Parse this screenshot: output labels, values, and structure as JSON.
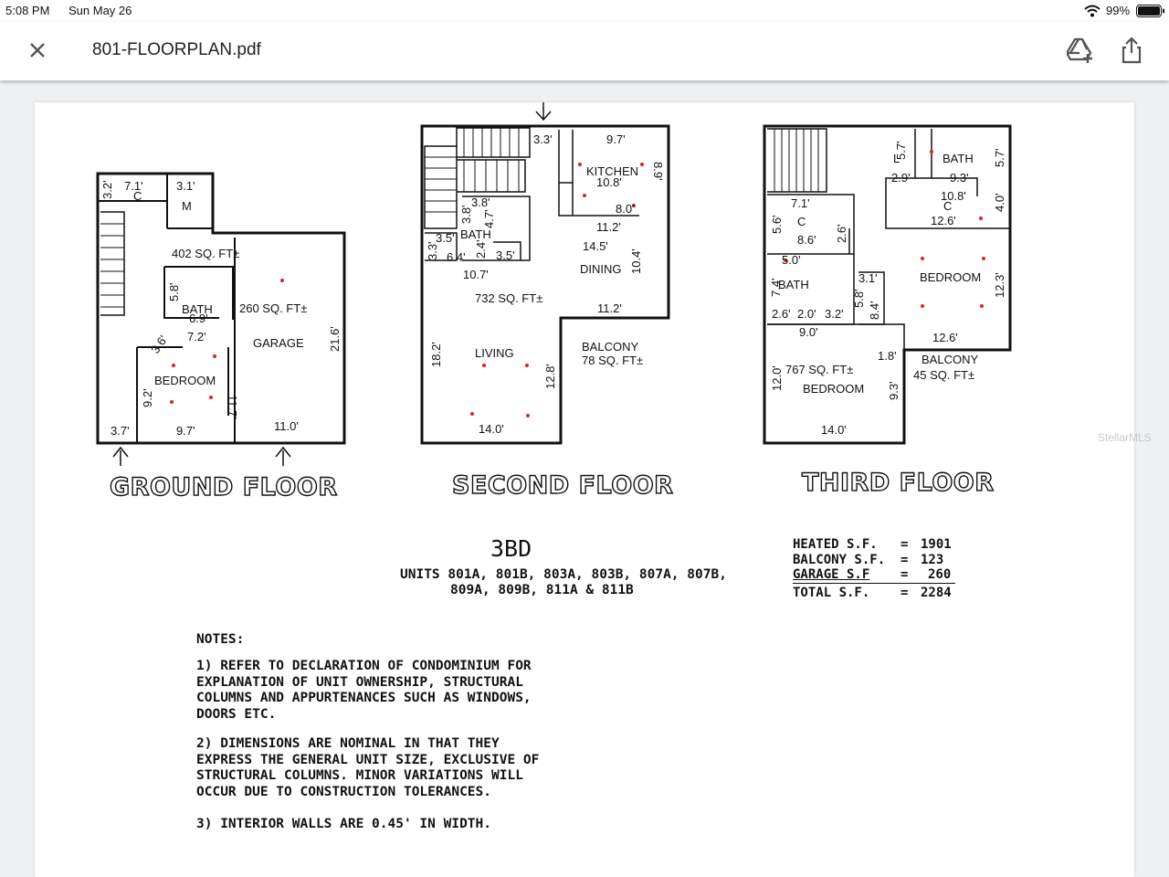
{
  "status_bar": {
    "time": "5:08 PM",
    "date": "Sun May 26",
    "battery": "99%"
  },
  "app_bar": {
    "title": "801-FLOORPLAN.pdf",
    "icons": [
      "close-icon",
      "drive-add-icon",
      "share-icon"
    ]
  },
  "plan": {
    "ground_floor": {
      "title": "GROUND FLOOR",
      "labels": {
        "area": "402 SQ. FT±",
        "garage_area": "260 SQ. FT±",
        "garage": "GARAGE",
        "bath": "BATH",
        "bedroom": "BEDROOM",
        "closet": "C",
        "mech": "M"
      },
      "dims": {
        "d1": "7.1'",
        "d2": "3.2'",
        "d3": "3.1'",
        "d4": "5.8'",
        "d5": "6.9'",
        "d6": "7.2'",
        "d7": "3.6'",
        "d8": "9.2'",
        "d9": "11.7'",
        "d10": "21.6'",
        "d11": "3.7'",
        "d12": "9.7'",
        "d13": "11.0'"
      }
    },
    "second_floor": {
      "title": "SECOND FLOOR",
      "labels": {
        "area": "732 SQ. FT±",
        "kitchen": "KITCHEN",
        "dining": "DINING",
        "living": "LIVING",
        "bath": "BATH",
        "balcony": "BALCONY",
        "balcony_area": "78 SQ. FT±"
      },
      "dims": {
        "d1": "3.3'",
        "d2": "9.7'",
        "d3": "10.8'",
        "d4": "8.9'",
        "d5": "8.0'",
        "d6": "11.2'",
        "d7": "14.5'",
        "d8": "10.4'",
        "d9": "3.8'",
        "d10": "3.8'",
        "d11": "4.7'",
        "d12": "3.5'",
        "d13": "3.3'",
        "d14": "6.4'",
        "d15": "2.4'",
        "d16": "3.5'",
        "d17": "10.7'",
        "d18": "11.2'",
        "d19": "18.2'",
        "d20": "12.8'",
        "d21": "14.0'"
      }
    },
    "third_floor": {
      "title": "THIRD FLOOR",
      "labels": {
        "area": "767 SQ. FT±",
        "bath": "BATH",
        "bath2": "BATH",
        "bedroom": "BEDROOM",
        "bedroom2": "BEDROOM",
        "balcony": "BALCONY",
        "balcony_area": "45 SQ. FT±",
        "closet": "C",
        "closet2": "C",
        "linen": "L"
      },
      "dims": {
        "d1": "5.7'",
        "d2": "2.9'",
        "d3": "9.3'",
        "d4": "5.7'",
        "d5": "10.8'",
        "d6": "12.6'",
        "d7": "4.0'",
        "d8": "7.1'",
        "d9": "5.6'",
        "d10": "8.6'",
        "d11": "2.6'",
        "d12": "5.0'",
        "d13": "7.4'",
        "d14": "3.1'",
        "d15": "5.8'",
        "d16": "8.4'",
        "d17": "12.3'",
        "d18": "2.6'",
        "d19": "2.0'",
        "d20": "3.2'",
        "d21": "9.0'",
        "d22": "12.6'",
        "d23": "1.8'",
        "d24": "12.0'",
        "d25": "9.3'",
        "d26": "14.0'"
      }
    },
    "unit_type": "3BD",
    "units_line1": "UNITS 801A, 801B, 803A, 803B, 807A, 807B,",
    "units_line2": "809A, 809B, 811A & 811B",
    "square_footage": [
      {
        "label": "HEATED S.F.",
        "eq": "=",
        "value": "1901"
      },
      {
        "label": "BALCONY S.F.",
        "eq": "=",
        "value": "123"
      },
      {
        "label": "GARAGE S.F",
        "eq": "=",
        "value": "260"
      },
      {
        "label": "TOTAL S.F.",
        "eq": "=",
        "value": "2284"
      }
    ],
    "notes_title": "NOTES:",
    "notes": [
      "1) REFER TO DECLARATION OF CONDOMINIUM FOR\nEXPLANATION OF UNIT OWNERSHIP, STRUCTURAL\nCOLUMNS AND APPURTENANCES SUCH AS WINDOWS,\nDOORS ETC.",
      "2) DIMENSIONS ARE NOMINAL IN THAT THEY\nEXPRESS THE GENERAL UNIT SIZE, EXCLUSIVE OF\nSTRUCTURAL COLUMNS. MINOR VARIATIONS WILL\nOCCUR DUE TO CONSTRUCTION TOLERANCES.",
      "3) INTERIOR WALLS ARE 0.45' IN WIDTH."
    ],
    "watermark": "StellarMLS"
  }
}
